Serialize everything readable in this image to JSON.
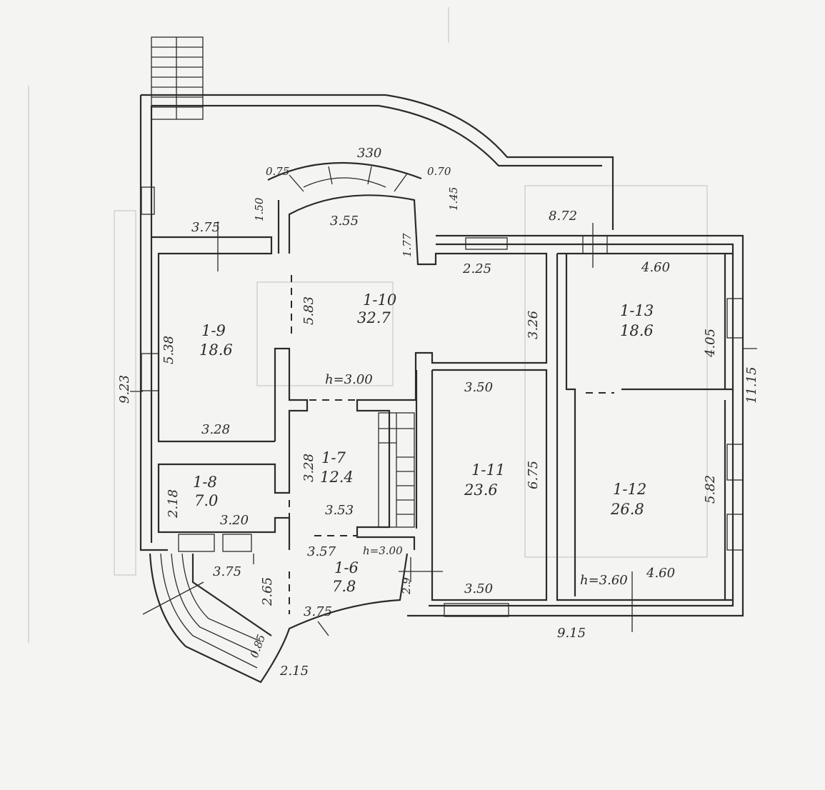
{
  "rooms": [
    {
      "id": "1-9",
      "area": "18.6"
    },
    {
      "id": "1-10",
      "area": "32.7"
    },
    {
      "id": "1-13",
      "area": "18.6"
    },
    {
      "id": "1-8",
      "area": "7.0"
    },
    {
      "id": "1-7",
      "area": "12.4"
    },
    {
      "id": "1-11",
      "area": "23.6"
    },
    {
      "id": "1-12",
      "area": "26.8"
    },
    {
      "id": "1-6",
      "area": "7.8"
    }
  ],
  "heights": {
    "h1": "h=3.00",
    "h2": "h=3.00",
    "h3": "h=3.60"
  },
  "dimensions": {
    "arc_top": "330",
    "left_jamb": "0.75",
    "right_jamb": "0.70",
    "left_jamb_h": "1.50",
    "right_jamb_h": "1.45",
    "bay_width": "3.55",
    "bay_depth": "1.77",
    "overall_top": "8.72",
    "room9_top": "3.75",
    "room9_side": "5.38",
    "room9_bottom": "3.28",
    "room10_side": "5.83",
    "room10_right": "3.26",
    "room10_step": "2.25",
    "room13_top": "4.60",
    "room13_side": "4.05",
    "overall_left": "9.23",
    "overall_right": "11.15",
    "room11_top": "3.50",
    "room11_side": "6.75",
    "room11_bottom": "3.50",
    "room7_side": "3.28",
    "room7_bottom": "3.53",
    "room8_side": "2.18",
    "room8_bottom": "3.20",
    "room12_side": "5.82",
    "room12_bottom": "4.60",
    "porch_top": "3.75",
    "porch_side": "2.65",
    "room6_top": "3.57",
    "room6_curve": "3.75",
    "room6_side": "2.9",
    "porch_end": "0.85",
    "porch_arc": "2.15",
    "overall_bottom": "9.15"
  }
}
